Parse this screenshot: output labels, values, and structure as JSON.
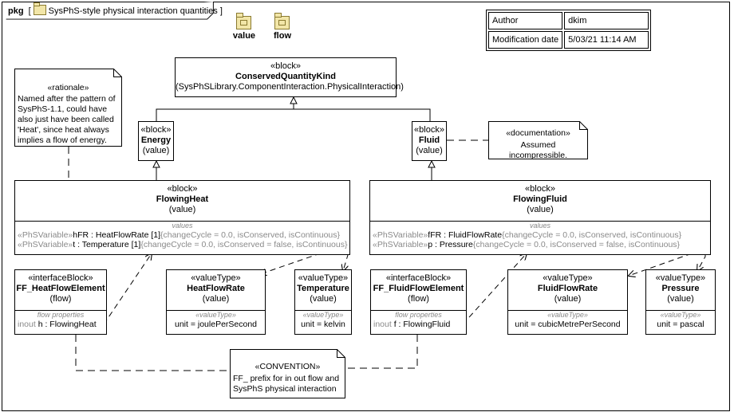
{
  "frame": {
    "kind": "pkg",
    "title": "SysPhS-style physical interaction quantities"
  },
  "packages": [
    {
      "name": "value"
    },
    {
      "name": "flow"
    }
  ],
  "info_table": {
    "author_label": "Author",
    "author_value": "dkim",
    "date_label": "Modification date",
    "date_value": "5/03/21 11:14 AM"
  },
  "conserved": {
    "stereotype": "«block»",
    "name": "ConservedQuantityKind",
    "qualifier": "(SysPhSLibrary.ComponentInteraction.PhysicalInteraction)"
  },
  "energy": {
    "stereotype": "«block»",
    "name": "Energy",
    "sub": "(value)"
  },
  "fluid": {
    "stereotype": "«block»",
    "name": "Fluid",
    "sub": "(value)"
  },
  "rationale": {
    "stereotype": "«rationale»",
    "lines": [
      "Named after the pattern of",
      "SysPhS-1.1, could have",
      "also just have been called",
      "'Heat', since heat always",
      "implies a flow of energy."
    ]
  },
  "documentation": {
    "stereotype": "«documentation»",
    "text": "Assumed incompressible."
  },
  "flowing_heat": {
    "stereotype": "«block»",
    "name": "FlowingHeat",
    "sub": "(value)",
    "compartment": "values",
    "props": [
      {
        "st": "«PhSVariable»",
        "name": "hFR",
        "type": " : HeatFlowRate [1]",
        "constraints": "{changeCycle = 0.0, isConserved, isContinuous}"
      },
      {
        "st": "«PhSVariable»",
        "name": "t",
        "type": " : Temperature [1]",
        "constraints": "{changeCycle = 0.0, isConserved = false, isContinuous}"
      }
    ]
  },
  "flowing_fluid": {
    "stereotype": "«block»",
    "name": "FlowingFluid",
    "sub": "(value)",
    "compartment": "values",
    "props": [
      {
        "st": "«PhSVariable»",
        "name": "fFR",
        "type": " : FluidFlowRate",
        "constraints": "{changeCycle = 0.0, isConserved, isContinuous}"
      },
      {
        "st": "«PhSVariable»",
        "name": "p",
        "type": " : Pressure",
        "constraints": "{changeCycle = 0.0, isConserved = false, isContinuous}"
      }
    ]
  },
  "ff_heat": {
    "stereotype": "«interfaceBlock»",
    "name": "FF_HeatFlowElement",
    "sub": "(flow)",
    "compartment": "flow properties",
    "prop_dir": "inout",
    "prop_name": "h",
    "prop_type": " : FlowingHeat"
  },
  "ff_fluid": {
    "stereotype": "«interfaceBlock»",
    "name": "FF_FluidFlowElement",
    "sub": "(flow)",
    "compartment": "flow properties",
    "prop_dir": "inout",
    "prop_name": "f",
    "prop_type": " : FlowingFluid"
  },
  "value_types": [
    {
      "id": "heat_flow_rate",
      "stereotype": "«valueType»",
      "name": "HeatFlowRate",
      "sub": "(value)",
      "compartment": "«valueType»",
      "unit": "unit = joulePerSecond"
    },
    {
      "id": "temperature",
      "stereotype": "«valueType»",
      "name": "Temperature",
      "sub": "(value)",
      "compartment": "«valueType»",
      "unit": "unit = kelvin"
    },
    {
      "id": "fluid_flow_rate",
      "stereotype": "«valueType»",
      "name": "FluidFlowRate",
      "sub": "(value)",
      "compartment": "«valueType»",
      "unit": "unit = cubicMetrePerSecond"
    },
    {
      "id": "pressure",
      "stereotype": "«valueType»",
      "name": "Pressure",
      "sub": "(value)",
      "compartment": "«valueType»",
      "unit": "unit = pascal"
    }
  ],
  "convention": {
    "stereotype": "«CONVENTION»",
    "lines": [
      "FF_ prefix for in out flow and",
      "SysPhS physical interaction"
    ]
  }
}
